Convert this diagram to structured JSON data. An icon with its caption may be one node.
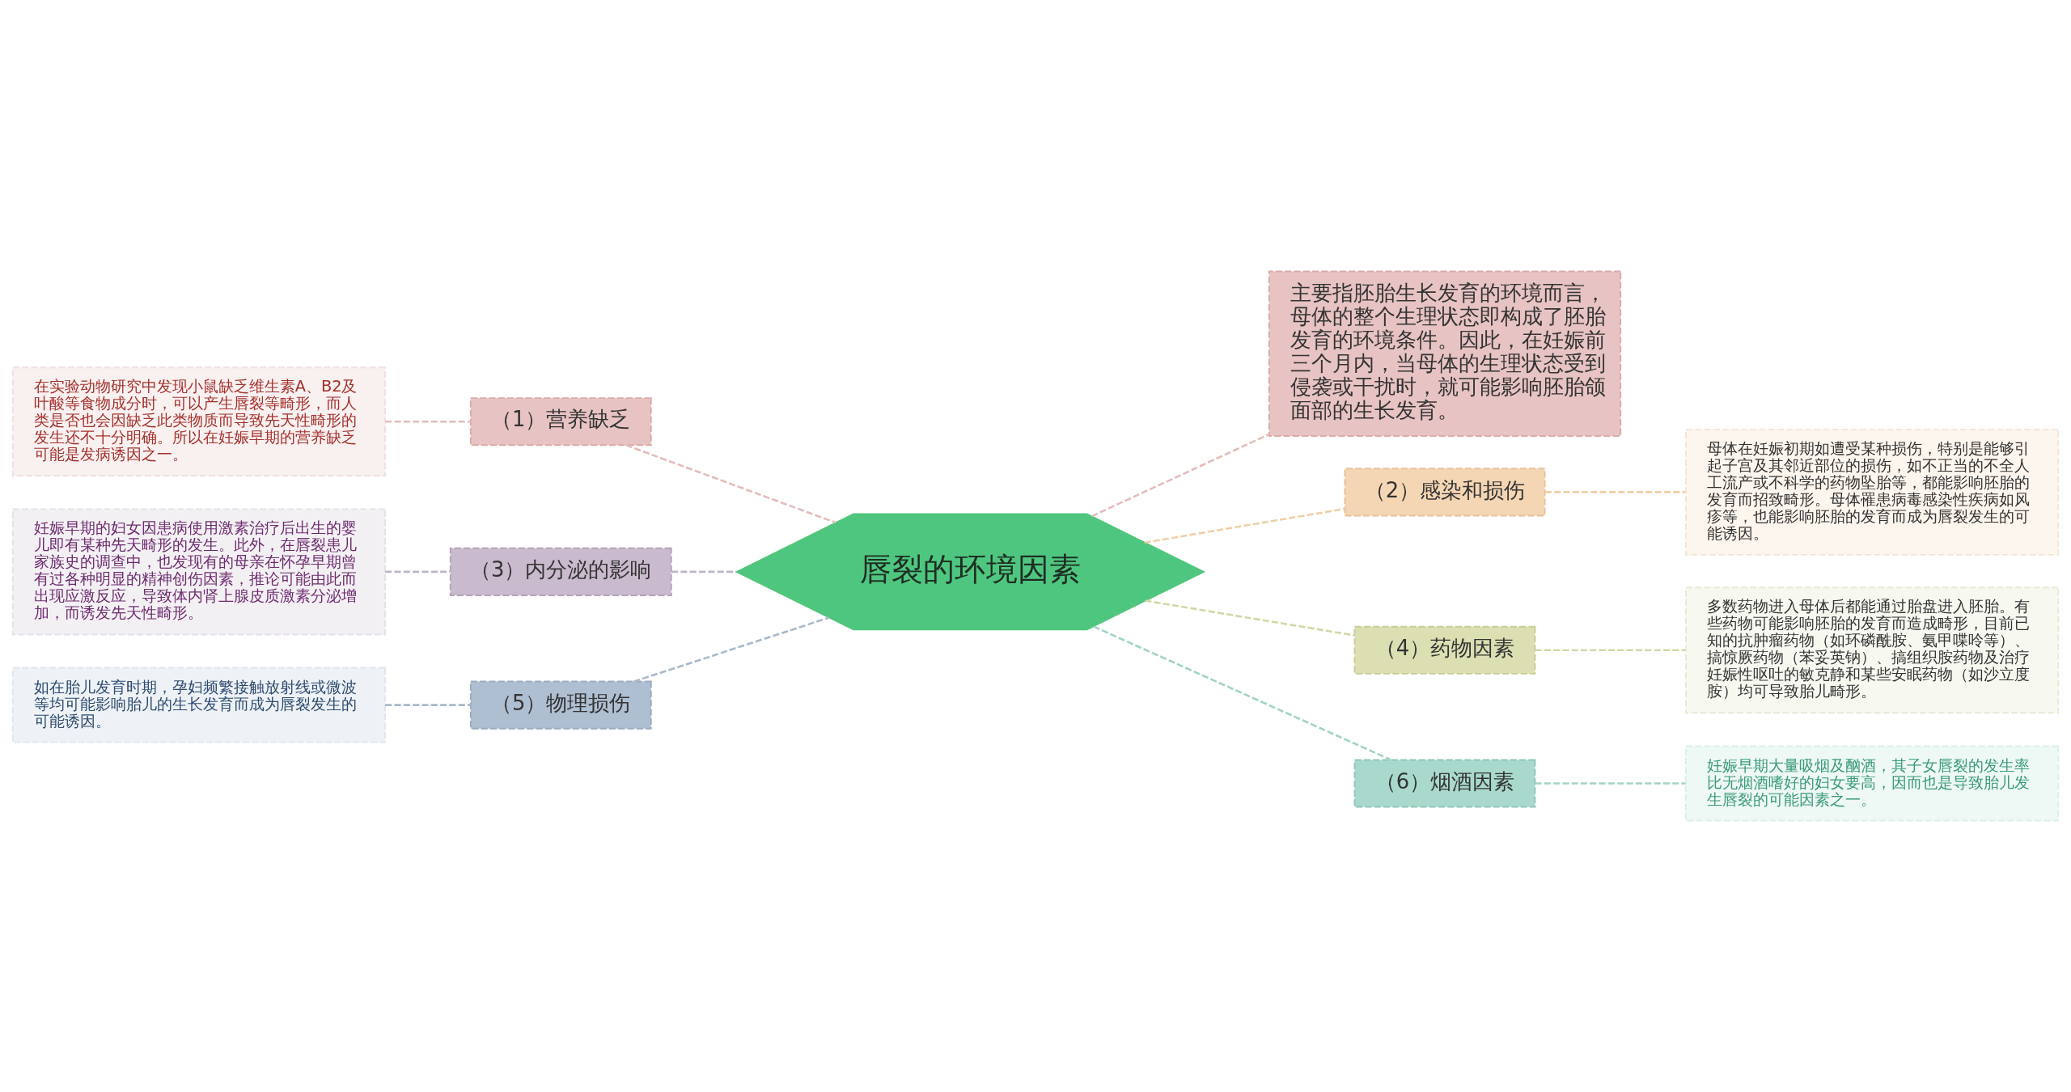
{
  "diagram": {
    "nodes": [
      {
        "text": [
          "唇裂的环境因素"
        ]
      },
      {
        "text": [
          "（1）营养缺乏"
        ]
      },
      {
        "text": [
          "在实验动物研究中发现小鼠缺乏维生素A、B2及叶酸等食物成分时，可以产生唇裂等畸形，而人类是否也会因缺乏此类物质而导致先天性畸形的发生还不十分明确。所以在妊娠早期的营养缺乏可能是发病诱因之一。"
        ]
      },
      {
        "text": [
          "（3）内分泌的影响"
        ]
      },
      {
        "text": [
          "妊娠早期的妇女因患病使用激素治疗后出生的婴儿即有某种先天畸形的发生。此外，在唇裂患儿家族史的调查中，也发现有的母亲在怀孕早期曾有过各种明显的精神创伤因素，推论可能由此而出现应激反应，导致体内肾上腺皮质激素分泌增加，而诱发先天性畸形。"
        ]
      },
      {
        "text": [
          "（5）物理损伤"
        ]
      },
      {
        "text": [
          "如在胎儿发育时期，孕妇频繁接触放射线或微波等均可能影响胎儿的生长发育而成为唇裂发生的可能诱因。"
        ]
      },
      {
        "text": [
          "主要指胚胎生长发育的环境而言，母体的整个生理状态即构成了胚胎发育的环境条件。因此，在妊娠前三个月内，当母体的生理状态受到侵袭或干扰时，就可能影响胚胎颌面部的生长发育。"
        ]
      },
      {
        "text": [
          "（2）感染和损伤"
        ]
      },
      {
        "text": [
          "母体在妊娠初期如遭受某种损伤，特别是能够引起子宫及其邻近部位的损伤，如不正当的不全人工流产或不科学的药物坠胎等，都能影响胚胎的发育而招致畸形。母体罹患病毒感染性疾病如风疹等，也能影响胚胎的发育而成为唇裂发生的可能诱因。"
        ]
      },
      {
        "text": [
          "（4）药物因素"
        ]
      },
      {
        "text": [
          "多数药物进入母体后都能通过胎盘进入胚胎。有些药物可能影响胚胎的发育而造成畸形，目前已知的抗肿瘤药物（如环磷酰胺、氨甲喋呤等）、搞惊厥药物（苯妥英钠）、搞组织胺药物及治疗妊娠性呕吐的敏克静和某些安眠药物（如沙立度胺）均可导致胎儿畸形。"
        ]
      },
      {
        "text": [
          "（6）烟酒因素"
        ]
      },
      {
        "text": [
          "妊娠早期大量吸烟及酗酒，其子女唇裂的发生率比无烟酒嗜好的妇女要高，因而也是导致胎儿发生唇裂的可能因素之一。"
        ]
      }
    ],
    "edges": [
      {
        "from": 2,
        "to": 1,
        "arrow": "none",
        "style": "dashed",
        "color": "#e3bcbc"
      },
      {
        "from": 1,
        "to": 0,
        "arrow": "none",
        "style": "dashed",
        "color": "#e3bcbc"
      },
      {
        "from": 4,
        "to": 3,
        "arrow": "none",
        "style": "dashed",
        "color": "#bdb4c4"
      },
      {
        "from": 3,
        "to": 0,
        "arrow": "none",
        "style": "dashed",
        "color": "#bdb4c4"
      },
      {
        "from": 6,
        "to": 5,
        "arrow": "none",
        "style": "dashed",
        "color": "#a9b9cb"
      },
      {
        "from": 5,
        "to": 0,
        "arrow": "none",
        "style": "dashed",
        "color": "#a9b9cb"
      },
      {
        "from": 0,
        "to": 7,
        "arrow": "none",
        "style": "dashed",
        "color": "#e3bcbc"
      },
      {
        "from": 0,
        "to": 8,
        "arrow": "none",
        "style": "dashed",
        "color": "#efcfa8"
      },
      {
        "from": 8,
        "to": 9,
        "arrow": "none",
        "style": "dashed",
        "color": "#efcfa8"
      },
      {
        "from": 0,
        "to": 10,
        "arrow": "none",
        "style": "dashed",
        "color": "#d3d8a6"
      },
      {
        "from": 10,
        "to": 11,
        "arrow": "none",
        "style": "dashed",
        "color": "#d3d8a6"
      },
      {
        "from": 0,
        "to": 12,
        "arrow": "none",
        "style": "dashed",
        "color": "#a3d3c6"
      },
      {
        "from": 12,
        "to": 13,
        "arrow": "none",
        "style": "dashed",
        "color": "#a3d3c6"
      }
    ]
  }
}
